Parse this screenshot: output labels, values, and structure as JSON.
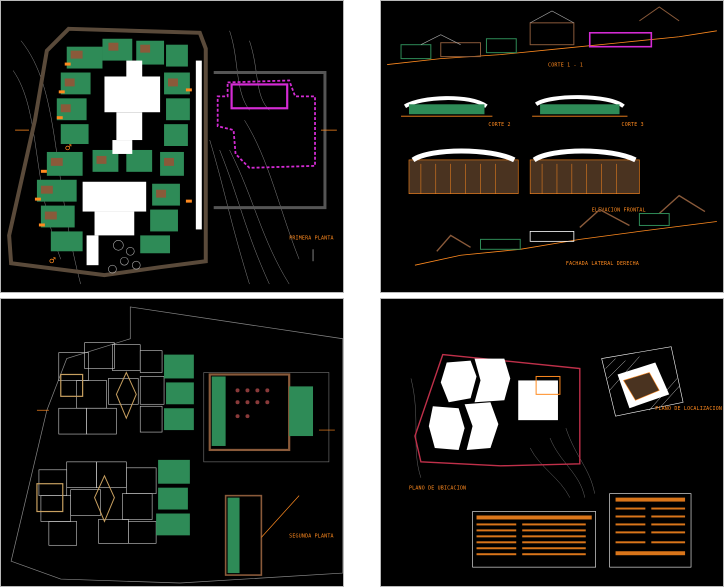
{
  "sheets": {
    "primera_planta": {
      "title": "PRIMERA PLANTA"
    },
    "cortes": {
      "corte_1": "CORTE 1 - 1",
      "corte_2": "CORTE 2",
      "corte_3": "CORTE 3",
      "elevacion_frontal": "ELEVACION FRONTAL",
      "fachada_lateral": "FACHADA LATERAL DERECHA"
    },
    "segunda_planta": {
      "title": "SEGUNDA PLANTA"
    },
    "localizacion": {
      "plano_ubicacion": "PLANO DE UBICACION",
      "plano_localizacion": "PLANO DE LOCALIZACION"
    }
  },
  "colors": {
    "sheet_bg": "#000000",
    "frame": "#b9b9b9",
    "text": "#ff8a1f",
    "wall_green": "#2e8b57",
    "boundary_brown": "#5a4a3a",
    "magenta": "#d42bd4",
    "white_mass": "#ffffff"
  }
}
